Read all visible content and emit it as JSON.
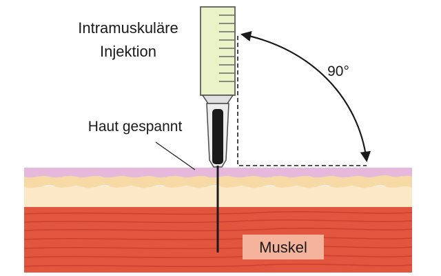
{
  "labels": {
    "title_line1": "Intramuskuläre",
    "title_line2": "Injektion",
    "angle": "90°",
    "skin_label": "Haut gespannt",
    "muscle_label": "Muskel"
  },
  "colors": {
    "skin_top": "#e6b8dc",
    "fat_layer": "#f7d9a6",
    "dermis_light": "#fbe8c6",
    "muscle": "#e2553f",
    "muscle_dark": "#c8402d",
    "muscle_label_bg": "#f4b39a",
    "syringe_fill": "#eaf3c8",
    "syringe_stroke": "#4a4a4a",
    "needle": "#1a1a1a",
    "line": "#1a1a1a"
  }
}
